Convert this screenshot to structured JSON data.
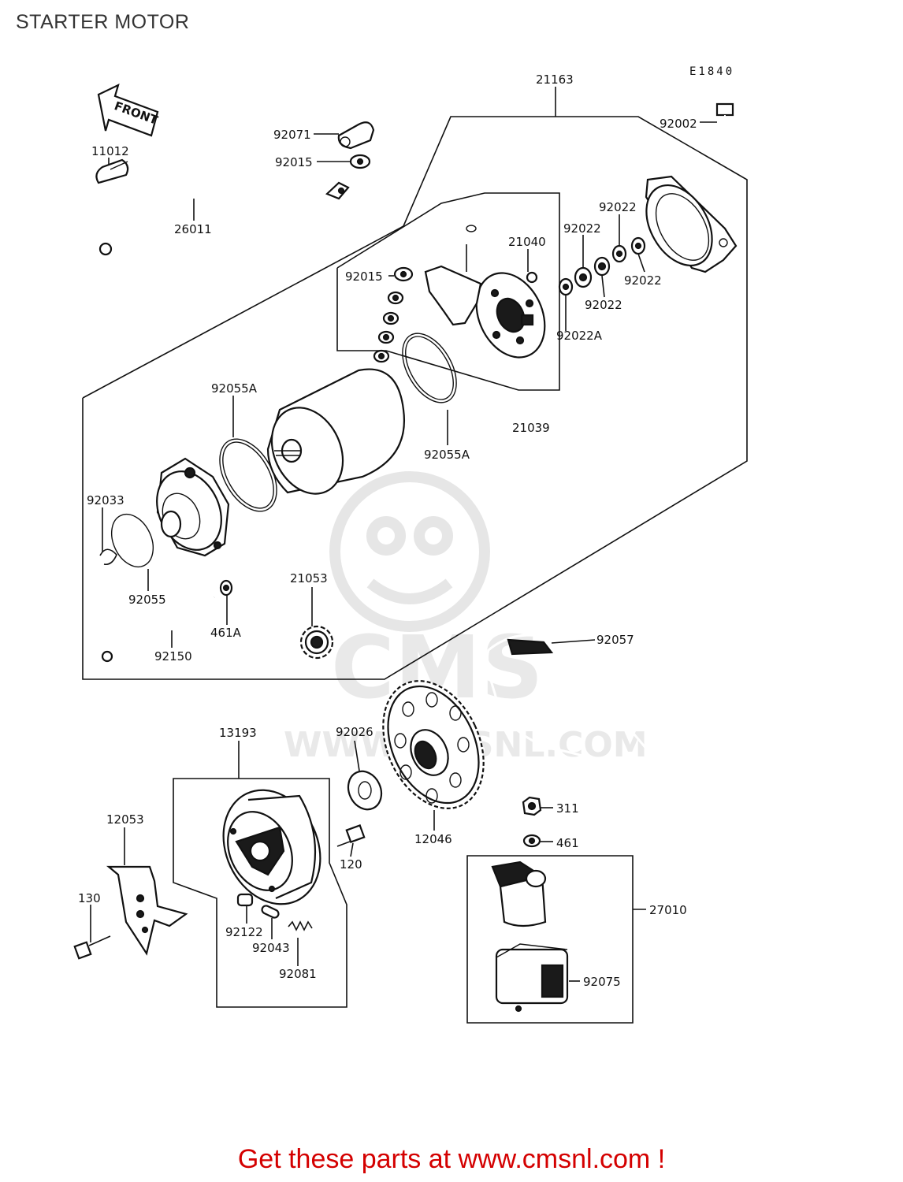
{
  "title": "STARTER MOTOR",
  "diagram_code": "E1840",
  "front_label": "FRONT",
  "watermark": "WWW.CMSNL.COM",
  "watermark_logo": "CMS",
  "footer": "Get these parts at www.cmsnl.com !",
  "colors": {
    "footer": "#d40000",
    "line": "#111111",
    "watermark": "#e6e6e6"
  },
  "parts": [
    {
      "id": "p21163",
      "number": "21163"
    },
    {
      "id": "p92002",
      "number": "92002"
    },
    {
      "id": "p11012",
      "number": "11012"
    },
    {
      "id": "p92071",
      "number": "92071"
    },
    {
      "id": "p92015a",
      "number": "92015"
    },
    {
      "id": "p26011",
      "number": "26011"
    },
    {
      "id": "p92022a",
      "number": "92022"
    },
    {
      "id": "p92022b",
      "number": "92022"
    },
    {
      "id": "p21040",
      "number": "21040"
    },
    {
      "id": "p92015b",
      "number": "92015"
    },
    {
      "id": "p92022c",
      "number": "92022"
    },
    {
      "id": "p92022d",
      "number": "92022"
    },
    {
      "id": "p92022A",
      "number": "92022A"
    },
    {
      "id": "p92055Aa",
      "number": "92055A"
    },
    {
      "id": "p21039",
      "number": "21039"
    },
    {
      "id": "p92055Ab",
      "number": "92055A"
    },
    {
      "id": "p92033",
      "number": "92033"
    },
    {
      "id": "p92055",
      "number": "92055"
    },
    {
      "id": "p21053",
      "number": "21053"
    },
    {
      "id": "p461A",
      "number": "461A"
    },
    {
      "id": "p92150",
      "number": "92150"
    },
    {
      "id": "p92057",
      "number": "92057"
    },
    {
      "id": "p13193",
      "number": "13193"
    },
    {
      "id": "p92026",
      "number": "92026"
    },
    {
      "id": "p12053",
      "number": "12053"
    },
    {
      "id": "p12046",
      "number": "12046"
    },
    {
      "id": "p311",
      "number": "311"
    },
    {
      "id": "p461",
      "number": "461"
    },
    {
      "id": "p120",
      "number": "120"
    },
    {
      "id": "p130",
      "number": "130"
    },
    {
      "id": "p27010",
      "number": "27010"
    },
    {
      "id": "p92122",
      "number": "92122"
    },
    {
      "id": "p92043",
      "number": "92043"
    },
    {
      "id": "p92081",
      "number": "92081"
    },
    {
      "id": "p92075",
      "number": "92075"
    }
  ]
}
